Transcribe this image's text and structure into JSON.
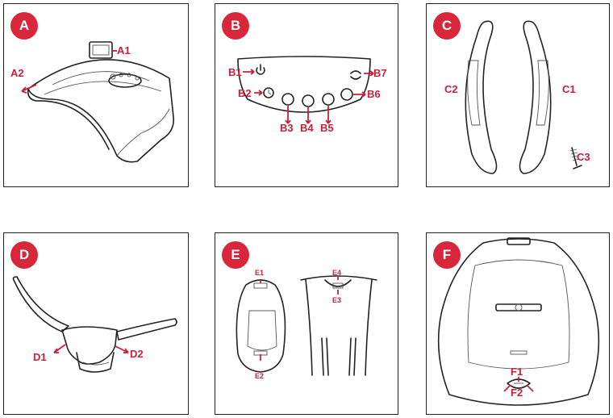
{
  "colors": {
    "accent": "#d8263a",
    "line": "#222222"
  },
  "panels": {
    "A": {
      "badge": "A",
      "labels": {
        "a1": "A1",
        "a2": "A2"
      }
    },
    "B": {
      "badge": "B",
      "labels": {
        "b1": "B1",
        "b2": "B2",
        "b3": "B3",
        "b4": "B4",
        "b5": "B5",
        "b6": "B6",
        "b7": "B7"
      }
    },
    "C": {
      "badge": "C",
      "labels": {
        "c1": "C1",
        "c2": "C2",
        "c3": "C3"
      }
    },
    "D": {
      "badge": "D",
      "labels": {
        "d1": "D1",
        "d2": "D2"
      }
    },
    "E": {
      "badge": "E",
      "labels": {
        "e1": "E1",
        "e2": "E2",
        "e3": "E3",
        "e4": "E4"
      }
    },
    "F": {
      "badge": "F",
      "labels": {
        "f1": "F1",
        "f2": "F2"
      }
    }
  },
  "icons": {
    "b1": "power-icon",
    "b2": "timer-icon",
    "b3": "percent-icon",
    "b4": "speed-icon",
    "b5": "temperature-icon",
    "b6": "fan-icon",
    "b7": "oscillation-icon"
  }
}
